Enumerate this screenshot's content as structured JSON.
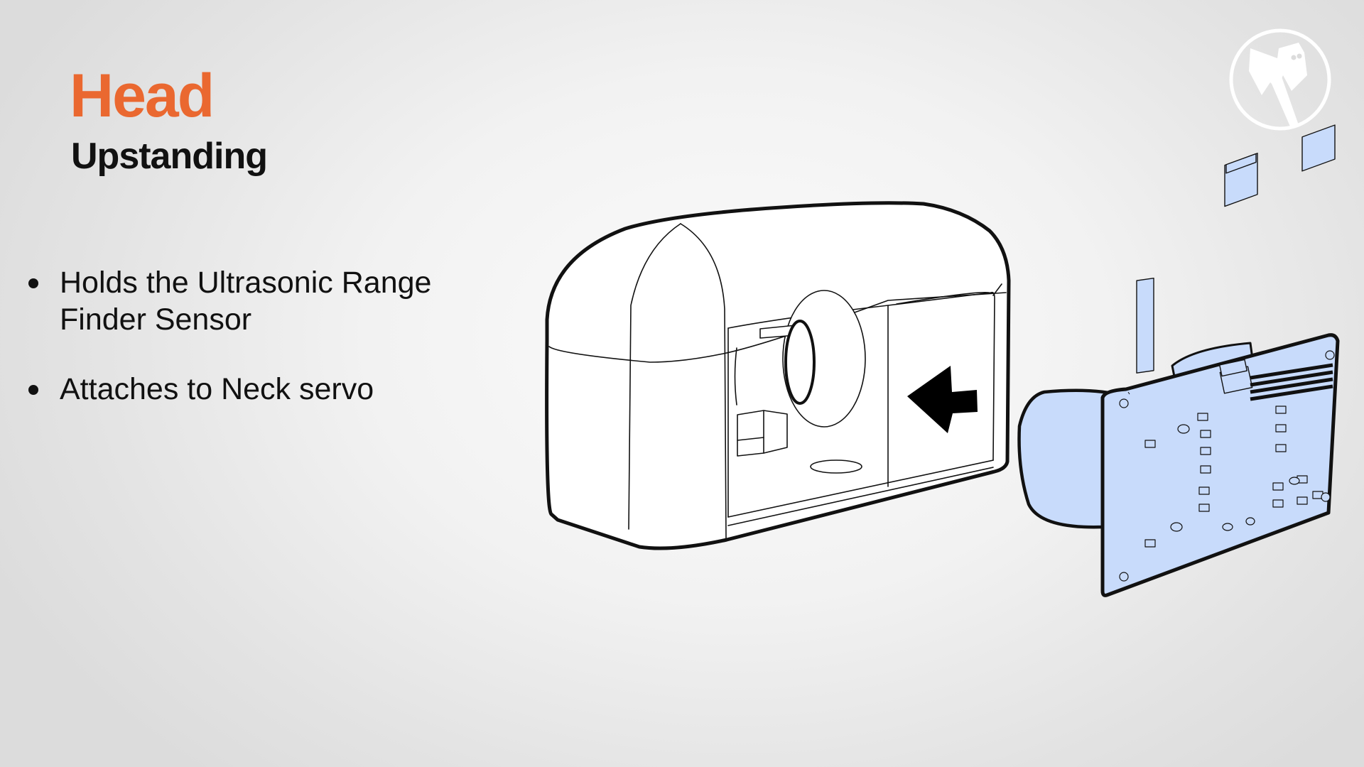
{
  "slide": {
    "title": "Head",
    "subtitle": "Upstanding",
    "bullets": [
      "Holds the Ultrasonic Range Finder Sensor",
      "Attaches to Neck servo"
    ]
  },
  "icons": {
    "logo": "robot-head-logo-icon",
    "arrow": "arrow-left-icon"
  },
  "colors": {
    "title": "#ea6830",
    "text": "#111111",
    "sensor_board": "#c8dbfb",
    "logo": "#ffffff"
  }
}
